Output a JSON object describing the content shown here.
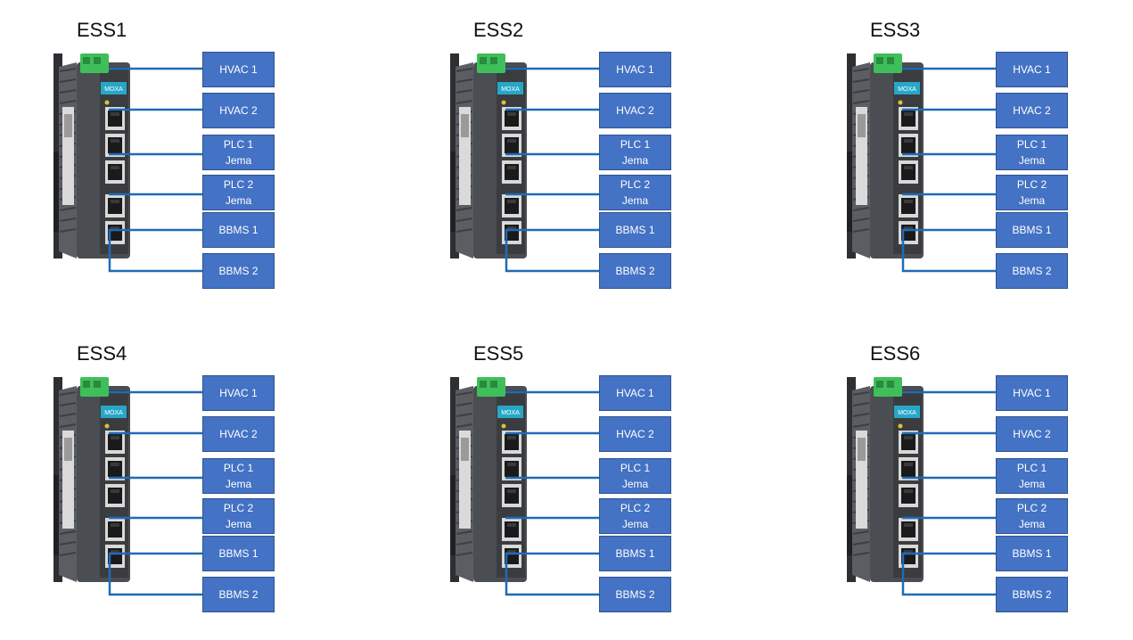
{
  "colors": {
    "box_fill": "#4472c4",
    "box_border": "#2f528f",
    "wire": "#1f6bb5",
    "device_body": "#4a4d52",
    "terminal_block": "#3fbf5a",
    "brand_badge": "#27a7c8"
  },
  "device_brand": "MOXA",
  "groups": [
    {
      "title": "ESS1",
      "ports": [
        [
          "HVAC 1"
        ],
        [
          "HVAC  2"
        ],
        [
          "PLC 1",
          "Jema"
        ],
        [
          "PLC 2",
          "Jema"
        ],
        [
          "BBMS 1"
        ],
        [
          "BBMS 2"
        ]
      ]
    },
    {
      "title": "ESS2",
      "ports": [
        [
          "HVAC 1"
        ],
        [
          "HVAC  2"
        ],
        [
          "PLC 1",
          "Jema"
        ],
        [
          "PLC 2",
          "Jema"
        ],
        [
          "BBMS 1"
        ],
        [
          "BBMS 2"
        ]
      ]
    },
    {
      "title": "ESS3",
      "ports": [
        [
          "HVAC 1"
        ],
        [
          "HVAC  2"
        ],
        [
          "PLC 1",
          "Jema"
        ],
        [
          "PLC 2",
          "Jema"
        ],
        [
          "BBMS 1"
        ],
        [
          "BBMS 2"
        ]
      ]
    },
    {
      "title": "ESS4",
      "ports": [
        [
          "HVAC 1"
        ],
        [
          "HVAC  2"
        ],
        [
          "PLC 1",
          "Jema"
        ],
        [
          "PLC 2",
          "Jema"
        ],
        [
          "BBMS 1"
        ],
        [
          "BBMS 2"
        ]
      ]
    },
    {
      "title": "ESS5",
      "ports": [
        [
          "HVAC 1"
        ],
        [
          "HVAC  2"
        ],
        [
          "PLC 1",
          "Jema"
        ],
        [
          "PLC 2",
          "Jema"
        ],
        [
          "BBMS 1"
        ],
        [
          "BBMS 2"
        ]
      ]
    },
    {
      "title": "ESS6",
      "ports": [
        [
          "HVAC 1"
        ],
        [
          "HVAC  2"
        ],
        [
          "PLC 1",
          "Jema"
        ],
        [
          "PLC 2",
          "Jema"
        ],
        [
          "BBMS 1"
        ],
        [
          "BBMS 2"
        ]
      ]
    }
  ]
}
